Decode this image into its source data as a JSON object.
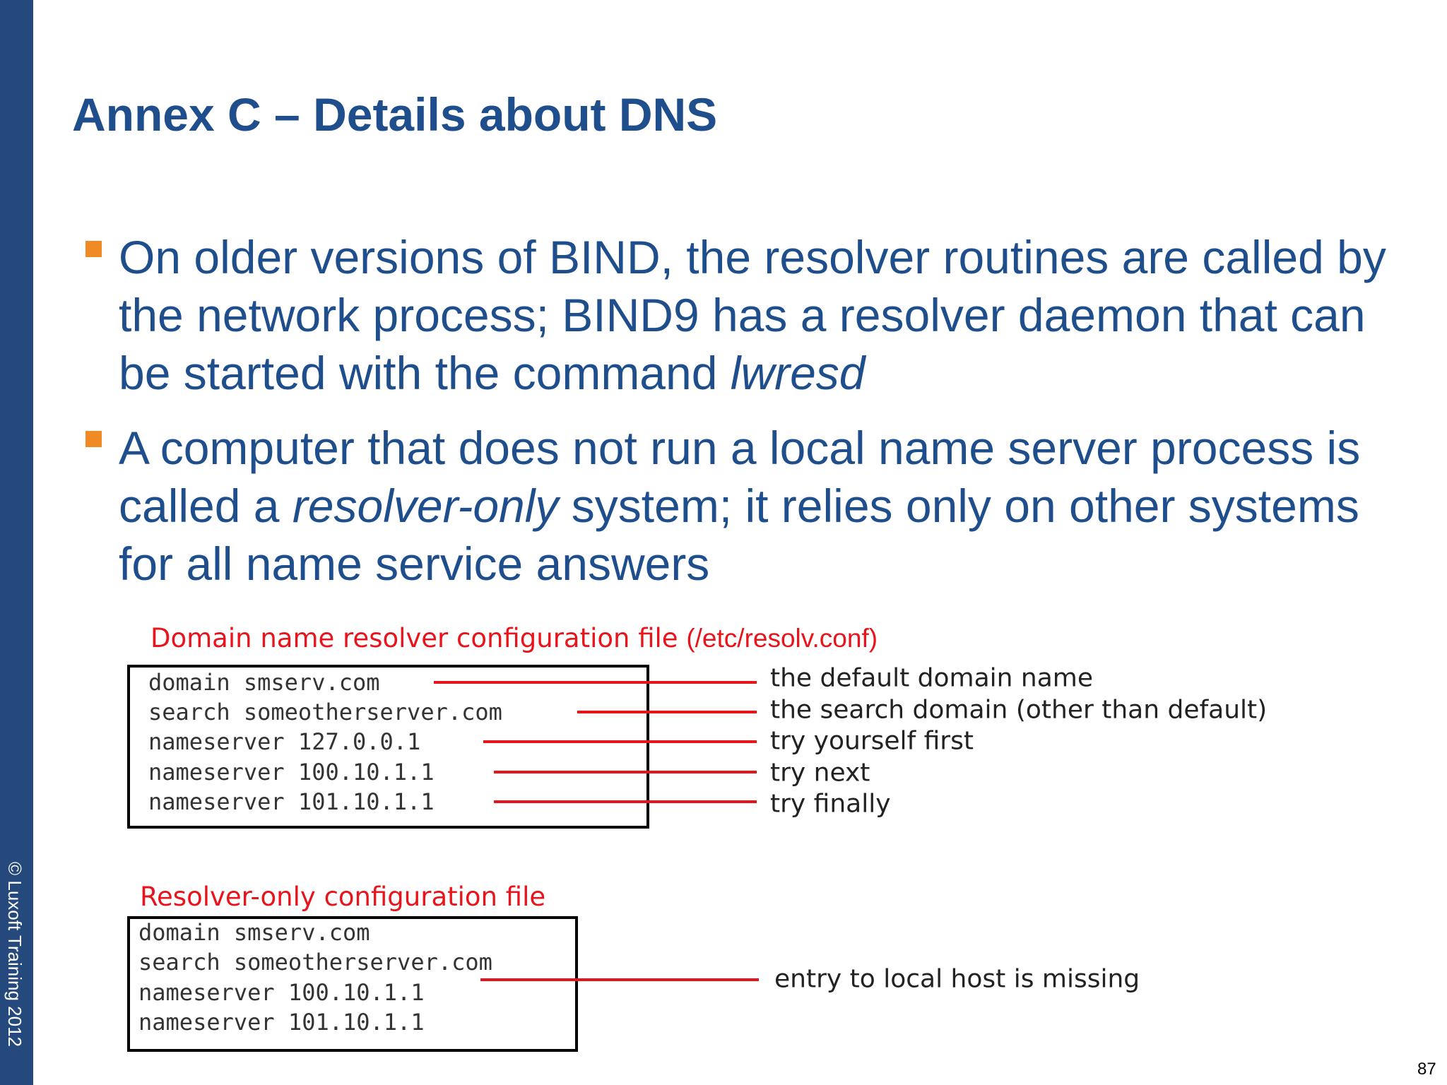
{
  "sidebar": {
    "copyright": "© Luxoft Training 2012",
    "color": "#25497c"
  },
  "title": "Annex C – Details about DNS",
  "bullets": [
    {
      "pre": "On older versions of BIND, the resolver routines are called by the network process; BIND9 has a resolver daemon that can be started with the command ",
      "em": "lwresd",
      "post": ""
    },
    {
      "pre": "A computer that does not run a local name server process is called a ",
      "em": "resolver-only",
      "post": " system; it relies only on other systems for all name service answers"
    }
  ],
  "diagram1": {
    "title": "Domain name resolver configuration file",
    "path": "(/etc/resolv.conf)",
    "lines": [
      "domain smserv.com",
      "search someotherserver.com",
      "nameserver 127.0.0.1",
      "nameserver 100.10.1.1",
      "nameserver 101.10.1.1"
    ],
    "labels": [
      "the default domain name",
      "the search domain (other than default)",
      "try yourself first",
      "try next",
      "try finally"
    ]
  },
  "diagram2": {
    "title": "Resolver-only configuration file",
    "lines": [
      "domain smserv.com",
      "search someotherserver.com",
      "nameserver 100.10.1.1",
      "nameserver 101.10.1.1"
    ],
    "label": "entry to local host is missing"
  },
  "page_number": "87",
  "colors": {
    "title": "#1f4e8c",
    "bullet": "#f08a24",
    "annotation": "#e8141c"
  }
}
